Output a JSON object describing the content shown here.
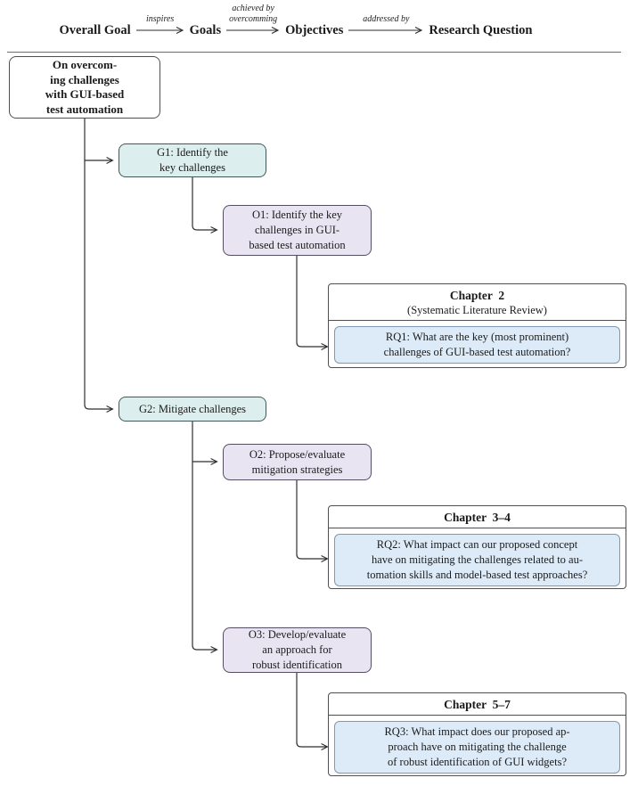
{
  "header": {
    "nodes": [
      "Overall Goal",
      "Goals",
      "Objectives",
      "Research Question"
    ],
    "arrow1_label": "inspires",
    "arrow2_label_line1": "achieved by",
    "arrow2_label_line2": "overcomming",
    "arrow3_label": "addressed by"
  },
  "boxes": {
    "root": {
      "lines": [
        "On overcom-",
        "ing challenges",
        "with GUI-based",
        "test automation"
      ]
    },
    "g1": {
      "lines": [
        "G1: Identify the",
        "key challenges"
      ]
    },
    "g2": {
      "lines": [
        "G2: Mitigate challenges"
      ]
    },
    "o1": {
      "lines": [
        "O1: Identify the key",
        "challenges in GUI-",
        "based test automation"
      ]
    },
    "o2": {
      "lines": [
        "O2: Propose/evaluate",
        "mitigation strategies"
      ]
    },
    "o3": {
      "lines": [
        "O3: Develop/evaluate",
        "an approach for",
        "robust identification"
      ]
    }
  },
  "chapters": [
    {
      "title": "Chapter  2",
      "subtitle": "(Systematic Literature Review)",
      "rq_lines": [
        "RQ1: What are the key (most prominent)",
        "challenges of GUI-based test automation?"
      ]
    },
    {
      "title": "Chapter  3–4",
      "rq_lines": [
        "RQ2: What impact can our proposed concept",
        "have on mitigating the challenges related to au-",
        "tomation skills and model-based test approaches?"
      ]
    },
    {
      "title": "Chapter  5–7",
      "rq_lines": [
        "RQ3: What impact does our proposed ap-",
        "proach have on mitigating the challenge",
        "of robust identification of GUI widgets?"
      ]
    }
  ],
  "colors": {
    "goal_fill": "#dceeed",
    "goal_border": "#3e5a5a",
    "objective_fill": "#e9e4f2",
    "objective_border": "#554e63",
    "rq_fill": "#ddebf8",
    "rq_border": "#7f98b3",
    "frame_border": "#4f4f4f",
    "connector": "#2e2e2e"
  }
}
